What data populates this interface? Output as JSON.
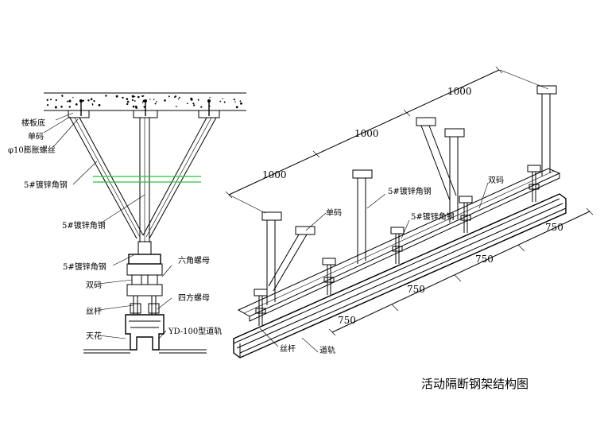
{
  "title": "活动隔断钢架结构图",
  "section_view": {
    "labels": {
      "floor_slab": "楼板底",
      "single_clamp": "单码",
      "expansion_bolt": "φ10膨胀螺丝",
      "angle_steel_1": "5#镀锌角钢",
      "angle_steel_2": "5#镀锌角钢",
      "angle_steel_3": "5#镀锌角钢",
      "hex_nut": "六角螺母",
      "double_clamp": "双码",
      "square_nut": "四方螺母",
      "threaded_rod": "丝杆",
      "ceiling": "天花",
      "track": "YD-100型道轨"
    }
  },
  "isometric_view": {
    "labels": {
      "angle_steel_a": "5#镀锌角钢",
      "angle_steel_b": "5#镀锌角钢",
      "single_clamp": "单码",
      "double_clamp": "双码",
      "threaded_rod": "丝杆",
      "track": "道轨"
    },
    "dimensions": {
      "support_spacing": [
        "1000",
        "1000",
        "1000"
      ],
      "rod_spacing": [
        "750",
        "750",
        "750",
        "750"
      ]
    }
  }
}
